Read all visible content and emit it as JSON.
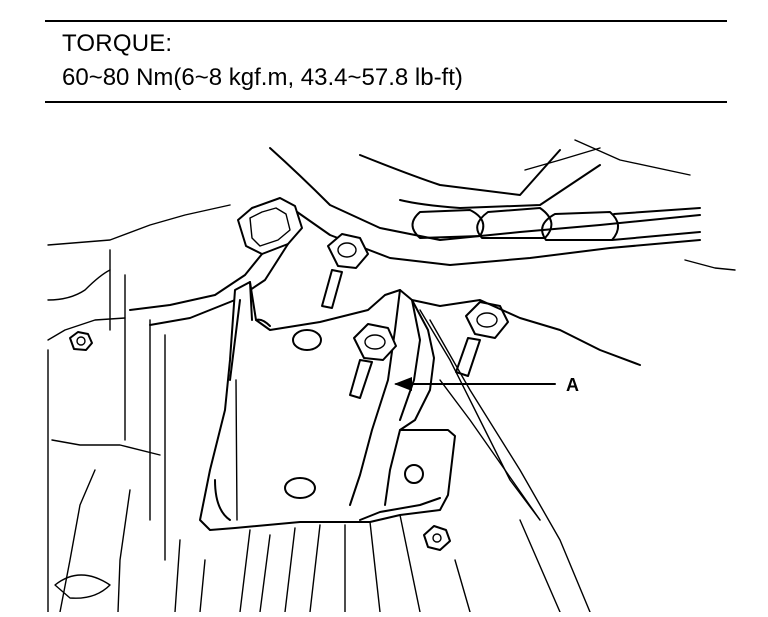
{
  "header": {
    "title": "TORQUE:",
    "spec": "60~80 Nm(6~8 kgf.m, 43.4~57.8 lb-ft)"
  },
  "diagram": {
    "callouts": [
      {
        "label": "A"
      }
    ]
  }
}
